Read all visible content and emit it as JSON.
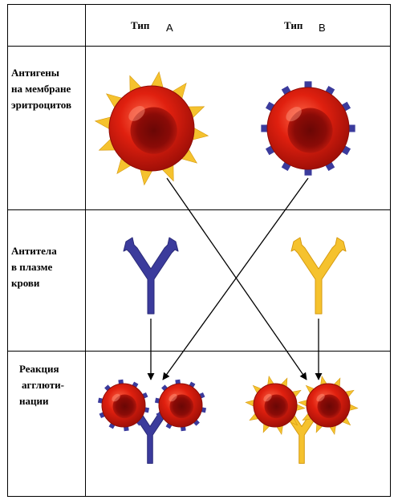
{
  "header": {
    "type_a": {
      "word": "Тип",
      "letter": "А"
    },
    "type_b": {
      "word": "Тип",
      "letter": "В"
    }
  },
  "rows": [
    {
      "lines": [
        "Антигены",
        "на мембране",
        "эритроцитов"
      ]
    },
    {
      "lines": [
        "Антитела",
        "в плазме",
        "крови"
      ]
    },
    {
      "lines": [
        "Реакция",
        "агглюти-",
        "нации"
      ]
    }
  ],
  "colors": {
    "cell_red": "#d81a10",
    "cell_dark": "#7a0c08",
    "antigen_a_yellow": "#f5c22e",
    "antigen_b_blue": "#3b3b9c",
    "antibody_blue": "#3b3b9c",
    "antibody_yellow": "#f5c22e",
    "grid": "#000000"
  },
  "icons": [
    "red-blood-cell-icon",
    "antigen-spike-icon",
    "antigen-block-icon",
    "antibody-y-icon",
    "arrow-icon"
  ]
}
